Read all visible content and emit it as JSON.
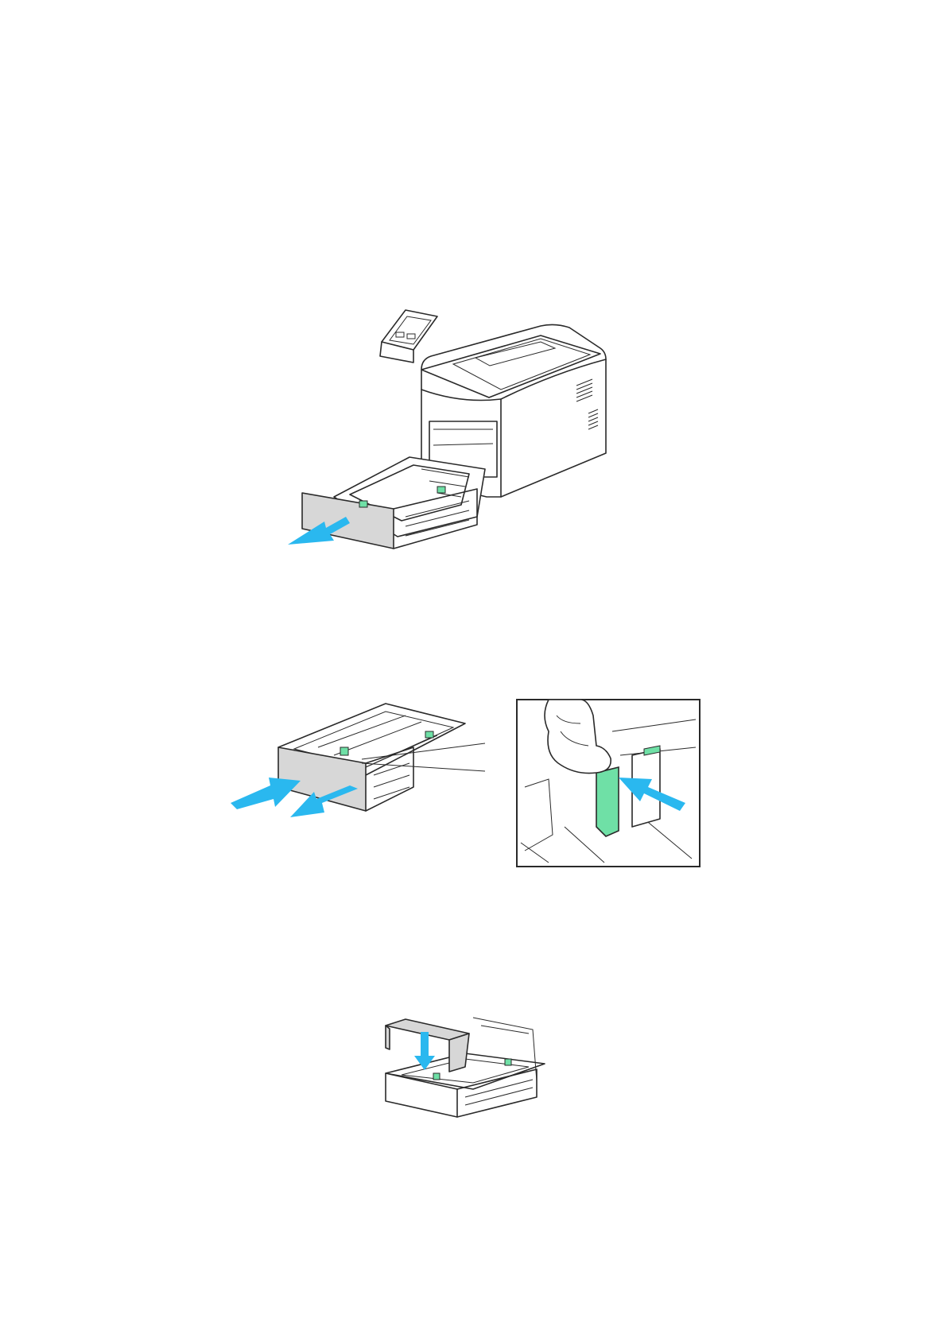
{
  "colors": {
    "arrow": "#2ab8ef",
    "guide": "#6fe0a6",
    "tray_front": "#d7d7d7",
    "outline": "#2a2a2a",
    "background": "#ffffff"
  },
  "figures": [
    {
      "id": "printer-pull-out-tray",
      "icon": "arrow-pull-out-icon"
    },
    {
      "id": "tray-squeeze-guide-with-inset",
      "icons": [
        "arrow-push-in-icon",
        "arrow-pull-out-icon",
        "squeeze-arrow-icon"
      ]
    },
    {
      "id": "tray-install-cover",
      "icon": "arrow-down-icon"
    }
  ]
}
